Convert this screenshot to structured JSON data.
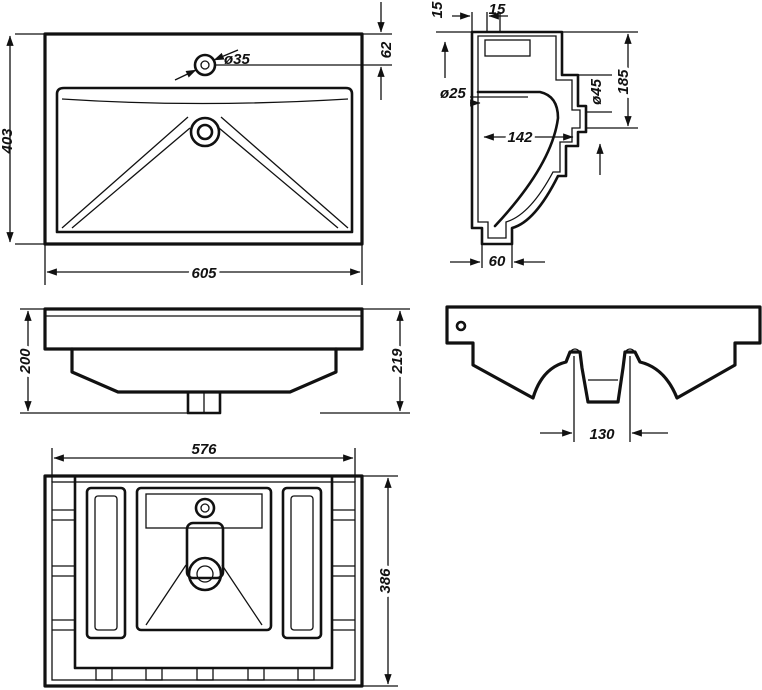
{
  "drawing": {
    "colors": {
      "line": "#111111",
      "background": "#ffffff"
    },
    "top_view": {
      "width": "605",
      "depth": "403",
      "tap_offset": "62",
      "tap_hole": "ø35"
    },
    "side_section": {
      "rim_a": "15",
      "rim_b": "15",
      "overflow": "ø25",
      "waste": "ø45",
      "waste_height": "185",
      "waste_offset": "142",
      "wall": "60"
    },
    "front_view": {
      "height": "200",
      "total_height": "219"
    },
    "rear_view": {
      "bracket_spacing": "130"
    },
    "underside_view": {
      "width": "576",
      "depth": "386"
    }
  }
}
